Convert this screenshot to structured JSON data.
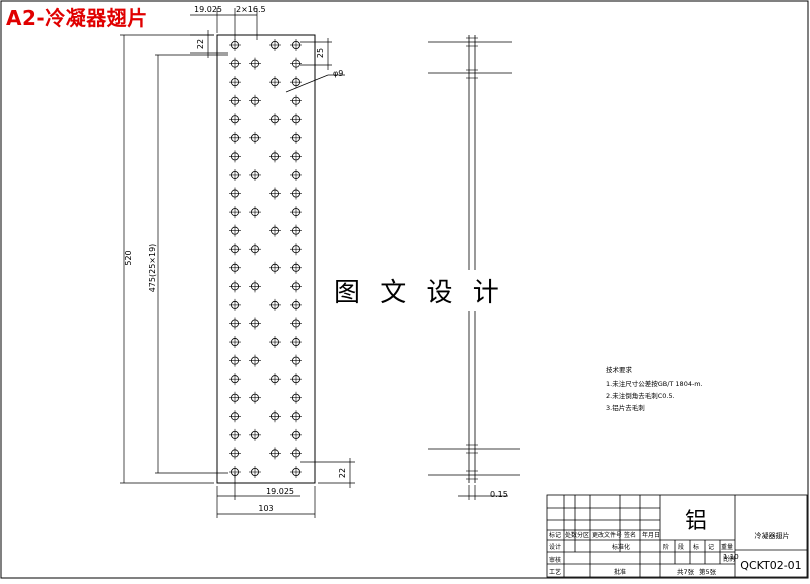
{
  "sheet_title": "A2-冷凝器翅片",
  "watermark": "图 文 设 计",
  "dimensions": {
    "top_left_pitch": "19.025",
    "hole_pitch_x": "2×16.5",
    "top_margin": "22",
    "row_pitch": "25",
    "hole_diameter": "φ9",
    "overall_height": "520",
    "hole_span": "475(25×19)",
    "bottom_margin": "22",
    "bottom_left_pitch": "19.025",
    "overall_width": "103",
    "thickness": "0.15"
  },
  "notes": {
    "heading": "技术要求",
    "lines": [
      "1.未注尺寸公差按GB/T 1804-m.",
      "2.未注倒角去毛刺C0.5.",
      "3.铝片去毛刺"
    ]
  },
  "title_block": {
    "material": "铝",
    "part_name": "冷凝器翅片",
    "drawing_no": "QCKT02-01",
    "scale": "1:10",
    "sheets_total": "共7张",
    "sheet_no": "第5张",
    "header_cells": [
      "标记",
      "处数",
      "分区",
      "更改文件号",
      "签名",
      "年月日"
    ],
    "role_labels": [
      "设计",
      "审核",
      "工艺"
    ],
    "std_label": "标准化",
    "approve_label": "批准",
    "stage_labels": [
      "阶",
      "段",
      "标",
      "记",
      "重量",
      "比例"
    ]
  }
}
